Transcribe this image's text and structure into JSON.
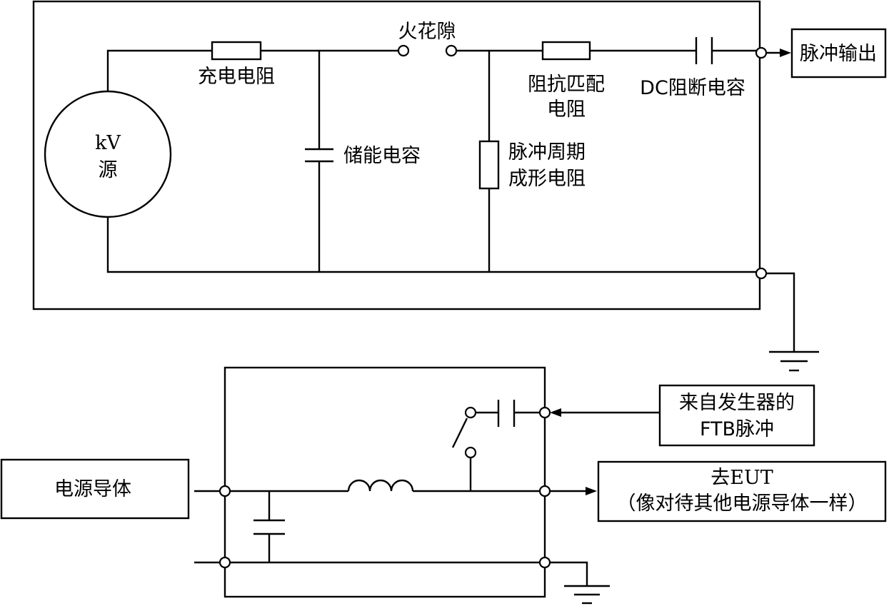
{
  "generator": {
    "source_label_line1": "kV",
    "source_label_line2": "源",
    "charging_resistor": "充电电阻",
    "spark_gap": "火花隙",
    "storage_capacitor": "储能电容",
    "impedance_resistor_line1": "阻抗匹配",
    "impedance_resistor_line2": "电阻",
    "pulse_shaping_line1": "脉冲周期",
    "pulse_shaping_line2": "成形电阻",
    "dc_blocking_capacitor": "DC阻断电容",
    "pulse_output": "脉冲输出"
  },
  "coupling": {
    "from_generator_line1": "来自发生器的",
    "from_generator_line2": "FTB脉冲",
    "power_conductor": "电源导体",
    "to_eut_line1": "去EUT",
    "to_eut_line2": "（像对待其他电源导体一样）"
  }
}
